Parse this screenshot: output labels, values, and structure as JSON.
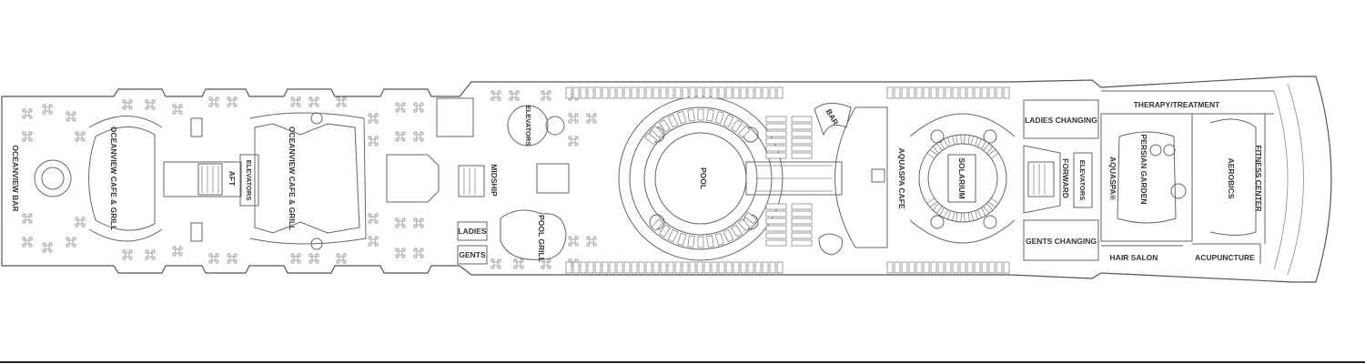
{
  "labels": {
    "oceanview_bar": "OCEANVIEW BAR",
    "oceanview_cafe_aft": "OCEANVIEW CAFE & GRILL",
    "aft": "AFT",
    "elevators_aft": "ELEVATORS",
    "oceanview_cafe_mid": "OCEANVIEW CAFE & GRILL",
    "midship": "MIDSHIP",
    "elevators_mid": "ELEVATORS",
    "ladies": "LADIES",
    "gents": "GENTS",
    "pool_grill": "POOL GRILL",
    "pool": "POOL",
    "bar": "BAR",
    "aquaspa_cafe": "AQUASPA CAFE",
    "solarium": "SOLARIUM",
    "forward": "FORWARD",
    "elevators_fwd": "ELEVATORS",
    "ladies_changing": "LADIES CHANGING",
    "gents_changing": "GENTS CHANGING",
    "aquaspa": "AQUASPA®",
    "persian_garden": "PERSIAN GARDEN",
    "therapy_treatment": "THERAPY/TREATMENT",
    "hair_salon": "HAIR SALON",
    "acupuncture": "ACUPUNCTURE",
    "aerobics": "AEROBICS",
    "fitness_center": "FITNESS CENTER"
  }
}
